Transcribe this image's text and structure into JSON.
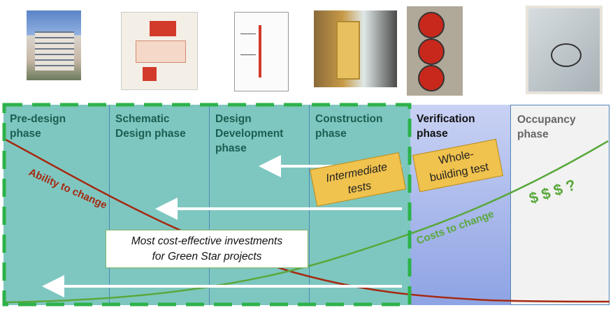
{
  "photos": [
    {
      "subject": "building rendering"
    },
    {
      "subject": "schematic floor plan"
    },
    {
      "subject": "design development drawing"
    },
    {
      "subject": "construction site interior"
    },
    {
      "subject": "blower door test fans"
    },
    {
      "subject": "condensation on window"
    }
  ],
  "phases": [
    {
      "title": "Pre-design\nphase",
      "color": "#1b5e52"
    },
    {
      "title": "Schematic\nDesign phase",
      "color": "#1b5e52"
    },
    {
      "title": "Design\nDevelopment\nphase",
      "color": "#1b5e52"
    },
    {
      "title": "Construction\nphase",
      "color": "#1b5e52"
    },
    {
      "title": "Verification\nphase",
      "color": "#111111"
    },
    {
      "title": "Occupancy\nphase",
      "color": "#555555"
    }
  ],
  "curves": {
    "ability_label": "Ability to change",
    "ability_color": "#a52a12",
    "costs_label": "Costs to change",
    "costs_color": "#5aa83c"
  },
  "callouts": {
    "intermediate": "Intermediate\ntests",
    "whole_building": "Whole-\nbuilding test",
    "dollars": "$ $ $ ?",
    "investments": "Most cost-effective investments\nfor Green Star projects"
  },
  "colors": {
    "teal_band": "#7ec7c0",
    "verification_band": "#9aaee8",
    "occupancy_band": "#f2f2f2",
    "dashed_border": "#2db24a",
    "callout_fill": "#f0c24e"
  }
}
